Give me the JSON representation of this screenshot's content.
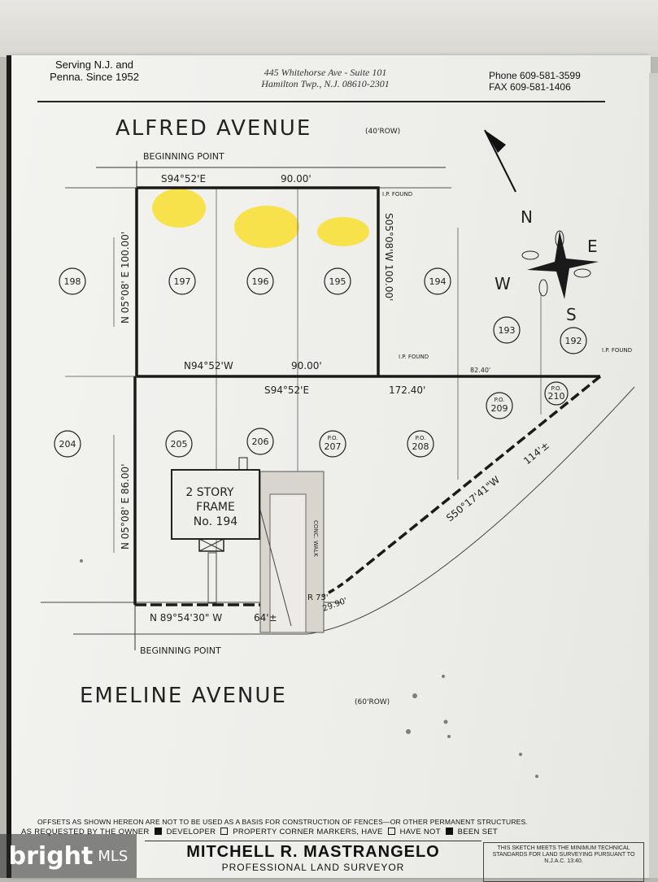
{
  "header": {
    "left_text_1": "Serving N.J. and",
    "left_text_2": "Penna. Since 1952",
    "address_1": "445 Whitehorse Ave - Suite 101",
    "address_2": "Hamilton Twp., N.J. 08610-2301",
    "phone": "Phone 609-581-3599",
    "fax": "FAX 609-581-1406"
  },
  "plan": {
    "street_top": "ALFRED AVENUE",
    "street_top_row": "(40'ROW)",
    "street_bottom": "EMELINE AVENUE",
    "street_bottom_row": "(60'ROW)",
    "beginning_point": "BEGINNING POINT",
    "bearing_top": "S94°52'E",
    "dist_top": "90.00'",
    "bearing_mid": "N94°52'W",
    "dist_mid": "90.00'",
    "bearing_mid2": "S94°52'E",
    "dist_mid2": "172.40'",
    "dist_82": "82.40'",
    "bearing_left_upper": "N 05°08' E 100.00'",
    "bearing_right_upper": "S05°08'W 100.00'",
    "bearing_left_lower": "N 05°08' E 86.00'",
    "bearing_diag": "S50°17'41\"W",
    "dist_diag": "114'±",
    "bearing_bottom": "N 89°54'30\" W",
    "dist_bottom": "64'±",
    "radius": "R 75'",
    "arc": "29.90'",
    "ip_found_1": "I.P. FOUND",
    "ip_found_2": "I.P. FOUND",
    "ip_found_3": "I.P. FOUND",
    "house_label_1": "2 STORY",
    "house_label_2": "FRAME",
    "house_label_3": "No. 194",
    "concrete_walk": "CONC. WALK",
    "lots": [
      "198",
      "197",
      "196",
      "195",
      "194",
      "193",
      "192",
      "204",
      "205",
      "206",
      "207",
      "208",
      "209",
      "210"
    ],
    "lot_prefix": "P.O.",
    "compass": {
      "n": "N",
      "s": "S",
      "e": "E",
      "w": "W"
    }
  },
  "footer": {
    "offsets_note": "OFFSETS AS SHOWN HEREON ARE NOT TO BE USED AS A BASIS FOR CONSTRUCTION OF FENCES—OR OTHER PERMANENT STRUCTURES.",
    "requested_by": "AS REQUESTED BY THE OWNER",
    "developer": "DEVELOPER",
    "corner_markers": "PROPERTY CORNER MARKERS, HAVE",
    "have_not": "HAVE NOT",
    "been_set": "BEEN SET",
    "surveyor_name": "MITCHELL R. MASTRANGELO",
    "surveyor_title": "PROFESSIONAL LAND SURVEYOR",
    "standards_note": "THIS SKETCH MEETS THE MINIMUM TECHNICAL STANDARDS FOR LAND SURVEYING PURSUANT TO N.J.A.C. 13:40."
  },
  "watermark": {
    "brand": "bright",
    "suffix": "MLS"
  }
}
